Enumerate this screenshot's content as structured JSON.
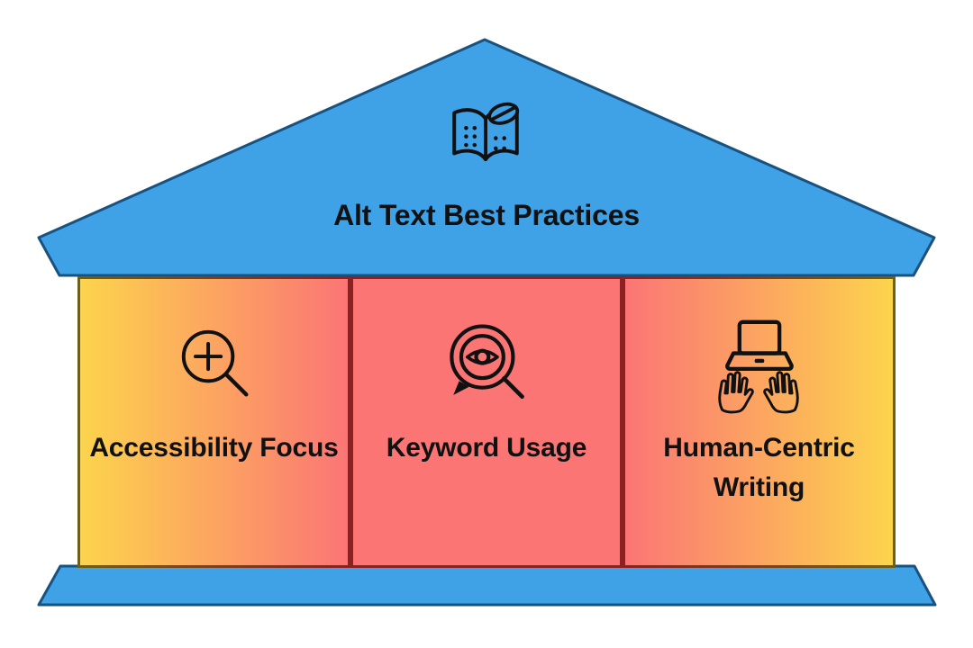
{
  "title": "Alt Text Best Practices",
  "roof": {
    "icon": "braille-book-with-leaf-icon"
  },
  "pillars": [
    {
      "id": "accessibility-focus",
      "label": "Accessibility Focus",
      "icon": "zoom-in-magnifier-icon"
    },
    {
      "id": "keyword-usage",
      "label": "Keyword Usage",
      "icon": "eye-in-magnifier-speech-bubble-icon"
    },
    {
      "id": "human-centric-writing",
      "label": "Human-Centric Writing",
      "icon": "laptop-with-typing-hands-icon"
    }
  ],
  "colors": {
    "blue": "#3FA1E6",
    "navy": "#1A527F",
    "yellow": "#FCD44C",
    "salmon": "#FB7575",
    "olive": "#6F5E14",
    "darkred": "#8B2121",
    "ink": "#111111",
    "bg": "#FFFFFF"
  }
}
